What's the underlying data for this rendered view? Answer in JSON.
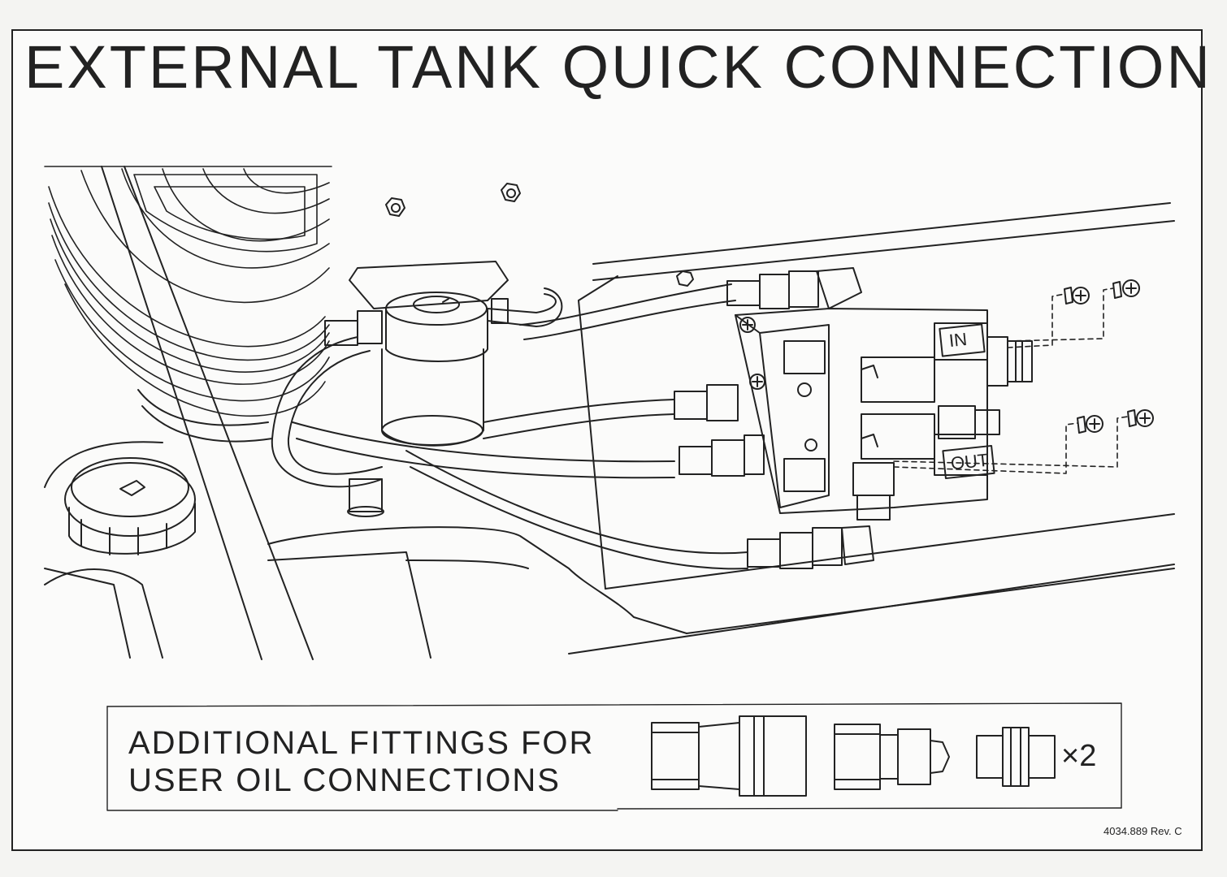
{
  "title": "EXTERNAL TANK QUICK CONNECTION",
  "fittings_section": {
    "heading_line1": "ADDITIONAL FITTINGS FOR",
    "heading_line2": "USER OIL CONNECTIONS",
    "quantity": "×2"
  },
  "port_labels": {
    "inlet": "IN",
    "outlet": "OUT"
  },
  "part_number": "4034.889 Rev. C",
  "icons": [
    "fan-guard-icon",
    "oil-filter-icon",
    "filler-cap-icon",
    "quick-coupler-icon",
    "screw-icon"
  ],
  "colors": {
    "line": "#222222",
    "paper": "#fbfbfa"
  }
}
